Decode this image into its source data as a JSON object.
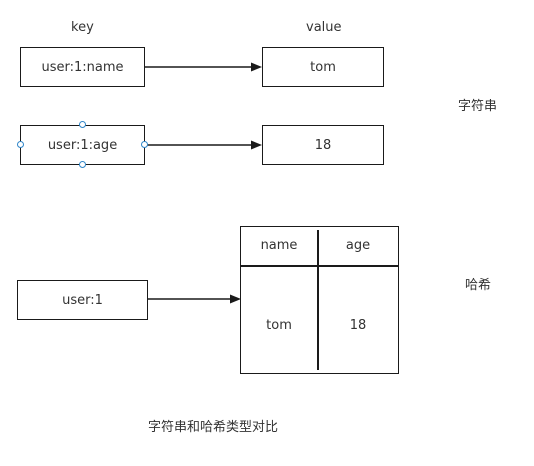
{
  "headers": {
    "key": "key",
    "value": "value"
  },
  "string_section": {
    "rows": [
      {
        "key": "user:1:name",
        "value": "tom"
      },
      {
        "key": "user:1:age",
        "value": "18"
      }
    ],
    "side_label": "字符串"
  },
  "hash_section": {
    "key": "user:1",
    "table": {
      "columns": [
        "name",
        "age"
      ],
      "values": [
        "tom",
        "18"
      ]
    },
    "side_label": "哈希"
  },
  "caption": "字符串和哈希类型对比",
  "colors": {
    "stroke": "#1a1a1a",
    "text": "#333333",
    "selection_handle": "#2f86c9"
  }
}
